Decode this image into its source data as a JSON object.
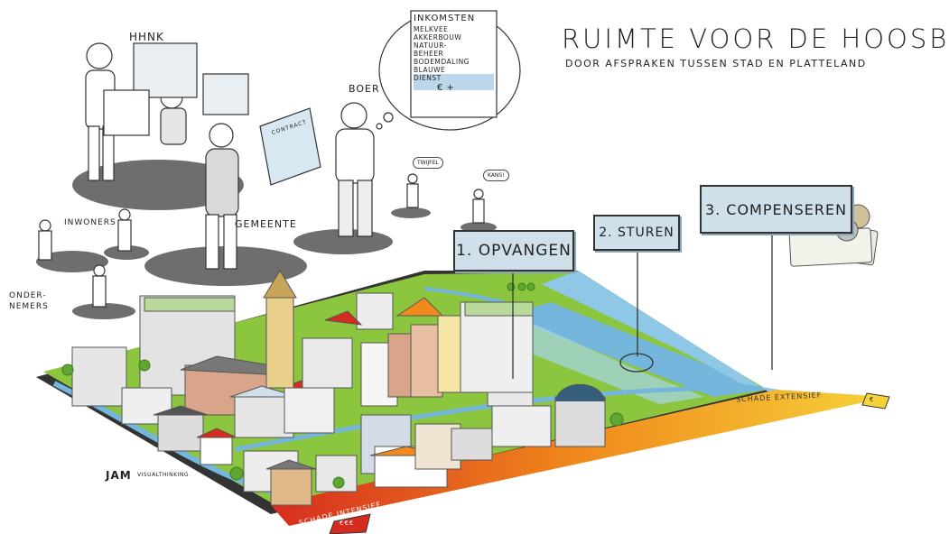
{
  "title": "RUIMTE VOOR DE HOOSBUI",
  "subtitle": "DOOR AFSPRAKEN TUSSEN STAD EN PLATTELAND",
  "labels": {
    "hhnk": "HHNK",
    "boer": "BOER",
    "gemeente": "GEMEENTE",
    "inwoners": "INWONERS",
    "ondernemers": "ONDER-\nNEMERS",
    "contract": "CONTRACT"
  },
  "bubbles": {
    "twijfel": "TWIJFEL",
    "kans": "KANS!"
  },
  "inkomsten": {
    "title": "INKOMSTEN",
    "items": [
      "MELKVEE",
      "AKKERBOUW",
      "NATUUR-",
      "BEHEER",
      "BODEMDALING",
      "BLAUWE",
      "DIENST"
    ],
    "footer": "€ +"
  },
  "signs": [
    "1. OPVANGEN",
    "2. STUREN",
    "3. COMPENSEREN"
  ],
  "scale": {
    "left_label": "SCHADE INTENSIEF",
    "right_label": "SCHADE EXTENSIEF",
    "left_tag": "€€€",
    "right_tag": "€"
  },
  "logo": {
    "mark": "JAM",
    "text": "VISUALTHINKING"
  },
  "colors": {
    "grass": "#8cc63f",
    "water": "#74b6dc",
    "board": "#2b2b2b",
    "sign": "#cfe0ea",
    "red": "#d62c1f",
    "orange": "#f08a1c"
  }
}
